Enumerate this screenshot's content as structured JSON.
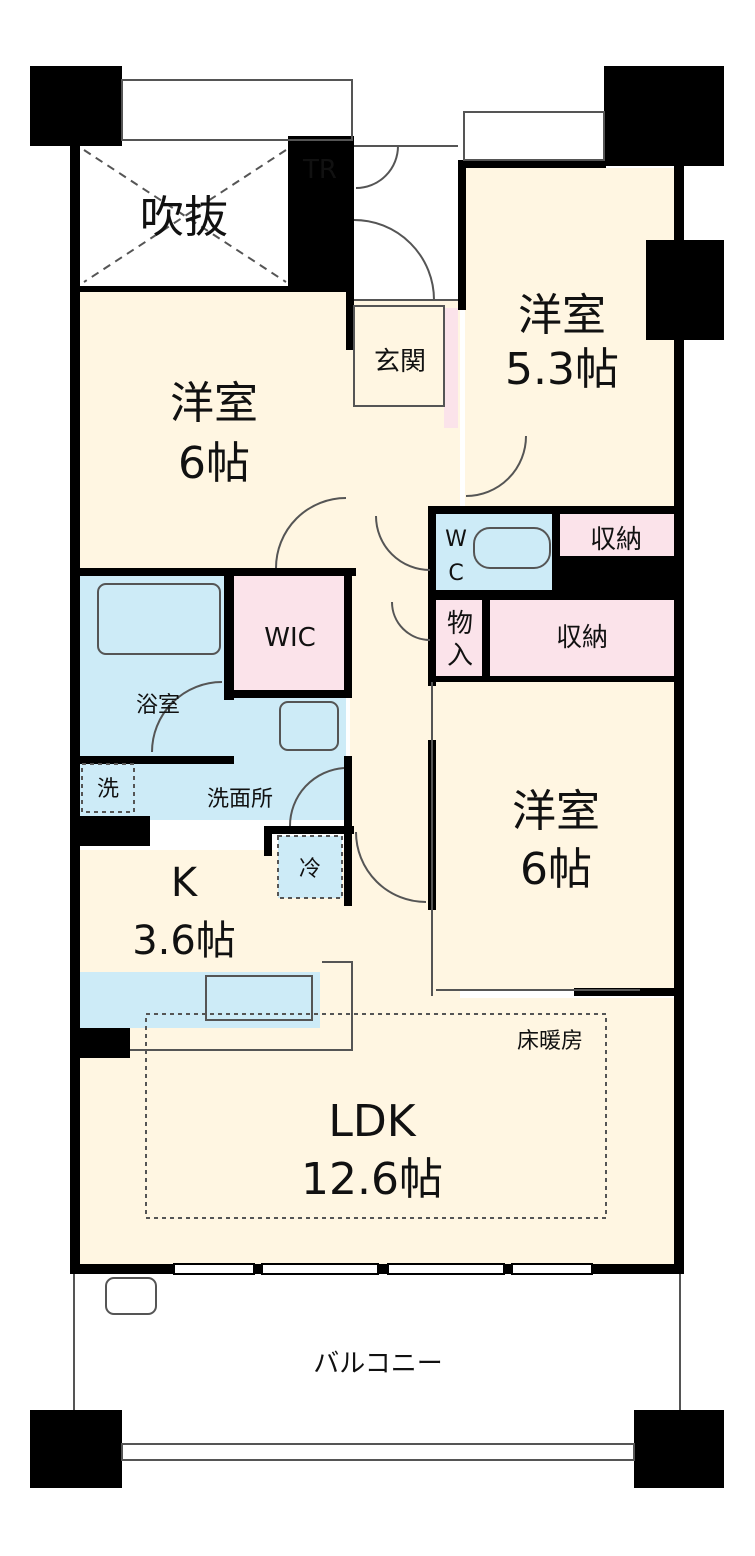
{
  "colors": {
    "room_floor": "#FFF6E2",
    "wet_area": "#CDEBF7",
    "storage": "#FBE3EA",
    "wall": "#000000",
    "outline": "#555555"
  },
  "rooms": {
    "fukinuke": {
      "name": "吹抜"
    },
    "tr": {
      "name": "TR"
    },
    "genkan": {
      "name": "玄関"
    },
    "western_6a": {
      "name": "洋室",
      "size": "6帖"
    },
    "western_53": {
      "name": "洋室",
      "size": "5.3帖"
    },
    "wc": {
      "line1": "W",
      "line2": "C"
    },
    "storage_top": {
      "name": "収納"
    },
    "storage_mid": {
      "name": "収納"
    },
    "monoire": {
      "line1": "物",
      "line2": "入"
    },
    "wic": {
      "name": "WIC"
    },
    "bath": {
      "name": "浴室"
    },
    "washroom": {
      "name": "洗面所"
    },
    "washer": {
      "name": "洗"
    },
    "fridge": {
      "name": "冷"
    },
    "kitchen": {
      "name": "K",
      "size": "3.6帖"
    },
    "western_6b": {
      "name": "洋室",
      "size": "6帖"
    },
    "ldk": {
      "name": "LDK",
      "size": "12.6帖"
    },
    "floor_heating": {
      "name": "床暖房"
    },
    "balcony": {
      "name": "バルコニー"
    }
  }
}
